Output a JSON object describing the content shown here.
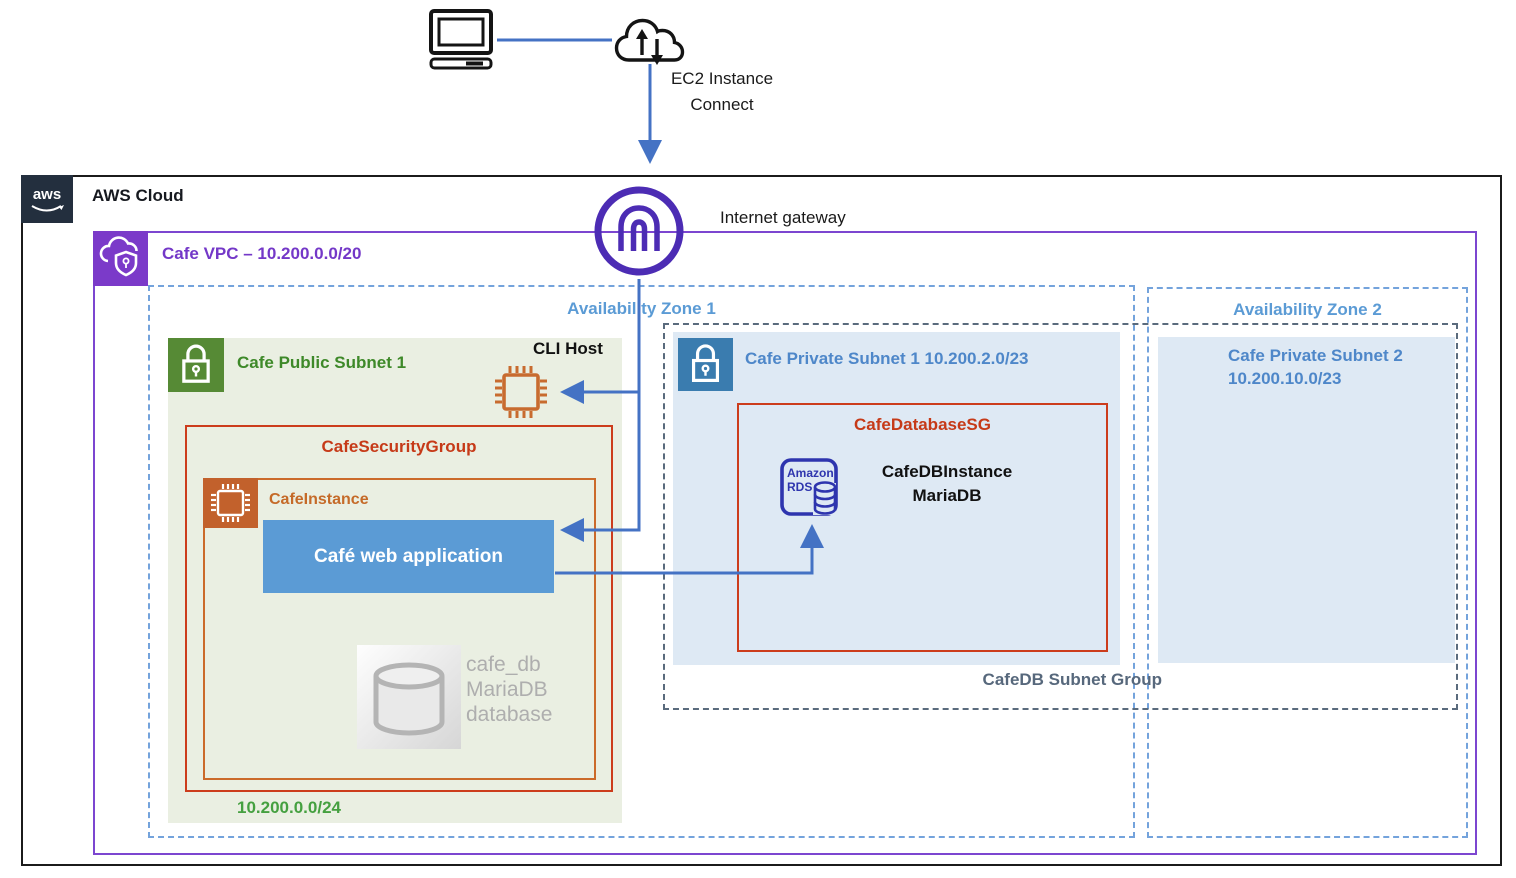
{
  "external": {
    "ec2_connect_lines": [
      "EC2 Instance",
      "Connect"
    ]
  },
  "aws_cloud": {
    "logo_text": "aws",
    "title": "AWS Cloud"
  },
  "internet_gateway": {
    "label": "Internet gateway"
  },
  "vpc": {
    "title": "Cafe VPC – 10.200.0.0/20"
  },
  "availability_zones": {
    "zone1": "Availability Zone 1",
    "zone2": "Availability Zone 2"
  },
  "public_subnet": {
    "title": "Cafe Public Subnet 1",
    "cidr": "10.200.0.0/24",
    "cli_host_label": "CLI Host",
    "security_group_label": "CafeSecurityGroup",
    "instance_label": "CafeInstance",
    "web_app_label": "Café web application",
    "local_db_lines": [
      "cafe_db",
      "MariaDB",
      "database"
    ]
  },
  "private_subnet_1": {
    "title": "Cafe Private Subnet 1 10.200.2.0/23",
    "security_group_label": "CafeDatabaseSG",
    "rds_icon_lines": [
      "Amazon",
      "RDS"
    ],
    "db_instance_lines": [
      "CafeDBInstance",
      "MariaDB"
    ]
  },
  "private_subnet_2": {
    "title_lines": [
      "Cafe Private Subnet 2",
      "10.200.10.0/23"
    ]
  },
  "db_subnet_group": {
    "label": "CafeDB Subnet Group"
  },
  "colors": {
    "arrow_blue": "#4472C4",
    "az_blue": "#5B9BD5",
    "az_dash": "#74A3DC",
    "subnet_group_dash": "#5A6B7D",
    "vpc_purple": "#7438C8",
    "igw_purple": "#4C2CB4",
    "security_red": "#CC3C1C",
    "instance_orange": "#C2612C",
    "subnet_green": "#3E8929",
    "public_fill": "#EAEFE2",
    "private_fill": "#DEE9F4",
    "webapp_blue": "#5B9BD5",
    "rds_indigo": "#2E35AE",
    "aws_navy": "#232F3E"
  }
}
